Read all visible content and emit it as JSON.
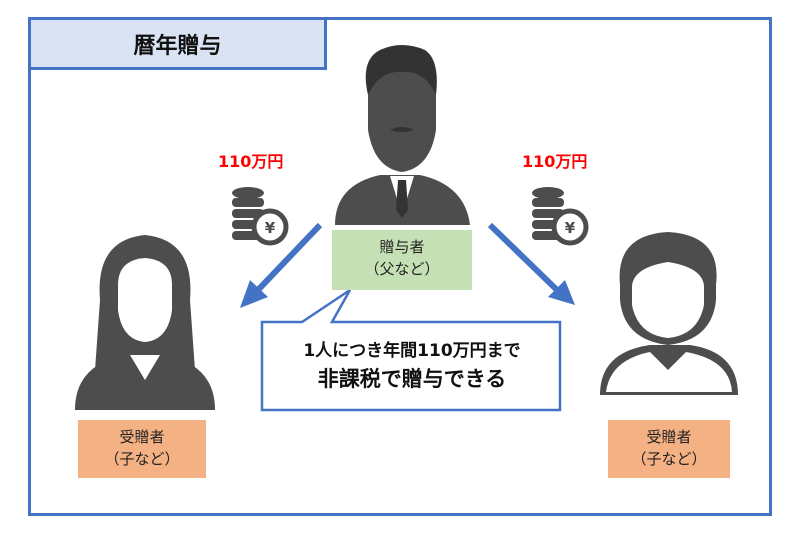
{
  "title": "暦年贈与",
  "giver": {
    "line1": "贈与者",
    "line2": "（父など）"
  },
  "receiver_left": {
    "line1": "受贈者",
    "line2": "（子など）"
  },
  "receiver_right": {
    "line1": "受贈者",
    "line2": "（子など）"
  },
  "amount_left": "110万円",
  "amount_right": "110万円",
  "bubble": {
    "line1": "1人につき年間110万円まで",
    "line2": "非課税で贈与できる"
  },
  "colors": {
    "border": "#4472C4",
    "title_bg": "#DAE3F3",
    "giver_bg": "#C5E0B4",
    "receiver_bg": "#F4B183",
    "amount": "#FF0000",
    "figure": "#4D4D4D"
  }
}
